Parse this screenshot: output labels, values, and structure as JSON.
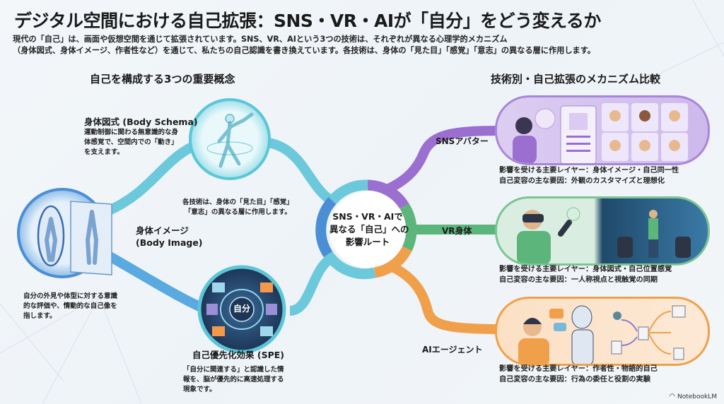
{
  "header": {
    "title": "デジタル空間における自己拡張：SNS・VR・AIが「自分」をどう変えるか",
    "subtitle_lines": [
      "現代の「自己」は、画面や仮想空間を通じて拡張されています。SNS、VR、AIという3つの技術は、それぞれが異なる心理学的メカニズム",
      "（身体図式、身体イメージ、作者性など）を通じて、私たちの自己認識を書き換えています。各技術は、身体の「見た目」「感覚」「意志」の異なる層に作用します。"
    ]
  },
  "left_section": {
    "heading": "自己を構成する3つの重要概念",
    "note_lines": [
      "各技術は、身体の「見た目」「感覚」",
      "「意志」の異なる層に作用します。"
    ],
    "concepts": [
      {
        "title": "身体図式 (Body Schema)",
        "desc_lines": [
          "運動制御に関わる無意識的な身",
          "体感覚で、空間内での「動き」",
          "を支えます。"
        ],
        "icon": "walking-body-icon"
      },
      {
        "title_lines": [
          "身体イメージ",
          "(Body Image)"
        ],
        "desc_lines": [
          "自分の外見や体型に対する意識",
          "的な評価や、情動的な自己像を",
          "指します。"
        ],
        "icon": "mirror-icon"
      },
      {
        "title": "自己優先化効果 (SPE)",
        "desc_lines": [
          "「自分に関連する」と認識した情",
          "報を、脳が優先的に高速処理する",
          "現象です。"
        ],
        "icon": "brain-icon",
        "icon_text": "自分"
      }
    ]
  },
  "hub": {
    "lines": [
      "SNS・VR・AIで",
      "異なる「自己」への",
      "影響ルート"
    ]
  },
  "right_section": {
    "heading": "技術別・自己拡張のメカニズム比較",
    "techs": [
      {
        "label": "SNSアバター",
        "color": "#9b6fd0",
        "layer": "影響を受ける主要レイヤー：身体イメージ・自己同一性",
        "factor": "自己変容の主な要因：外観のカスタマイズと理想化",
        "icon": "avatar-customization-icon"
      },
      {
        "label": "VR身体",
        "color": "#5cb57a",
        "layer": "影響を受ける主要レイヤー：身体図式・自己位置感覚",
        "factor": "自己変容の主な要因：一人称視点と視触覚の同期",
        "icon": "vr-headset-icon"
      },
      {
        "label": "AIエージェント",
        "color": "#f0a04a",
        "layer": "影響を受ける主要レイヤー：作者性・物語的自己",
        "factor": "自己変容の主な要因：行為の委任と役割の実験",
        "icon": "robot-icon"
      }
    ]
  },
  "footer": {
    "brand": "NotebookLM"
  },
  "colors": {
    "cyan": "#5bc6d8",
    "blue": "#4a8fd6",
    "purple": "#9b6fd0",
    "green": "#5cb57a",
    "orange": "#f0a04a"
  }
}
